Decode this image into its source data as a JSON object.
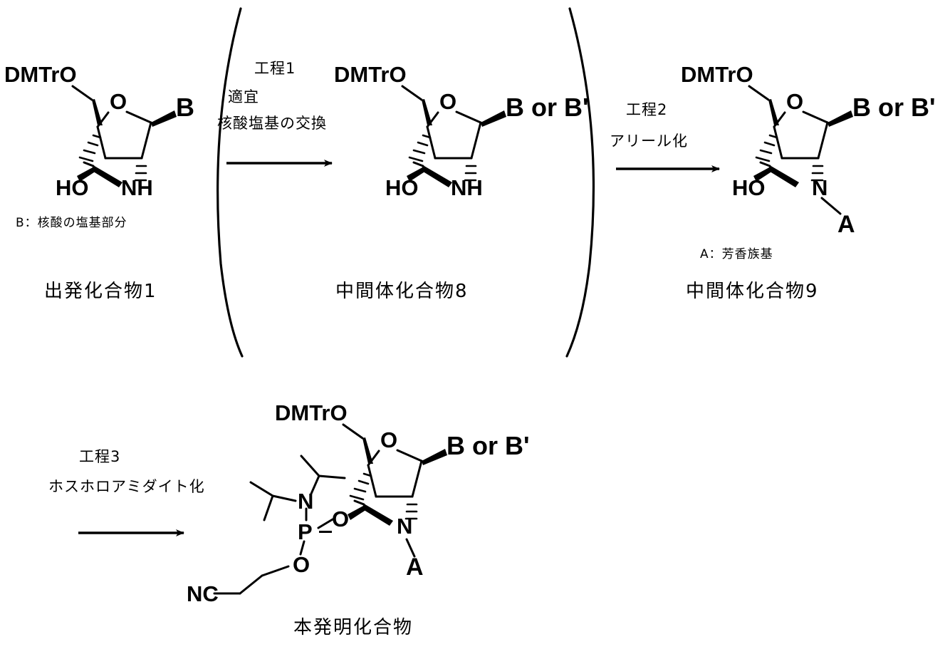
{
  "diagram": {
    "title": "Synthetic reaction scheme",
    "background": "#ffffff",
    "ink": "#000000"
  },
  "compound1": {
    "dmtro": "DMTrO",
    "ring_o": "O",
    "base": "B",
    "ho": "HO",
    "nh": "NH",
    "legend": "B：核酸の塩基部分",
    "caption": "出発化合物1"
  },
  "step1": {
    "number": "工程1",
    "line1": "適宜",
    "line2": "核酸塩基の交換"
  },
  "compound8": {
    "dmtro": "DMTrO",
    "ring_o": "O",
    "base": "B or B'",
    "ho": "HO",
    "nh": "NH",
    "caption": "中間体化合物8"
  },
  "step2": {
    "number": "工程2",
    "line1": "アリール化"
  },
  "compound9": {
    "dmtro": "DMTrO",
    "ring_o": "O",
    "base": "B or B'",
    "ho": "HO",
    "n": "N",
    "aryl": "A",
    "legend": "A：芳香族基",
    "caption": "中間体化合物9"
  },
  "step3": {
    "number": "工程3",
    "line1": "ホスホロアミダイト化"
  },
  "product": {
    "dmtro": "DMTrO",
    "ring_o": "O",
    "base": "B or B'",
    "n_amine": "N",
    "p": "P",
    "o_link": "O",
    "o_ester": "O",
    "nc": "NC",
    "ring_n": "N",
    "aryl": "A",
    "caption": "本発明化合物"
  }
}
